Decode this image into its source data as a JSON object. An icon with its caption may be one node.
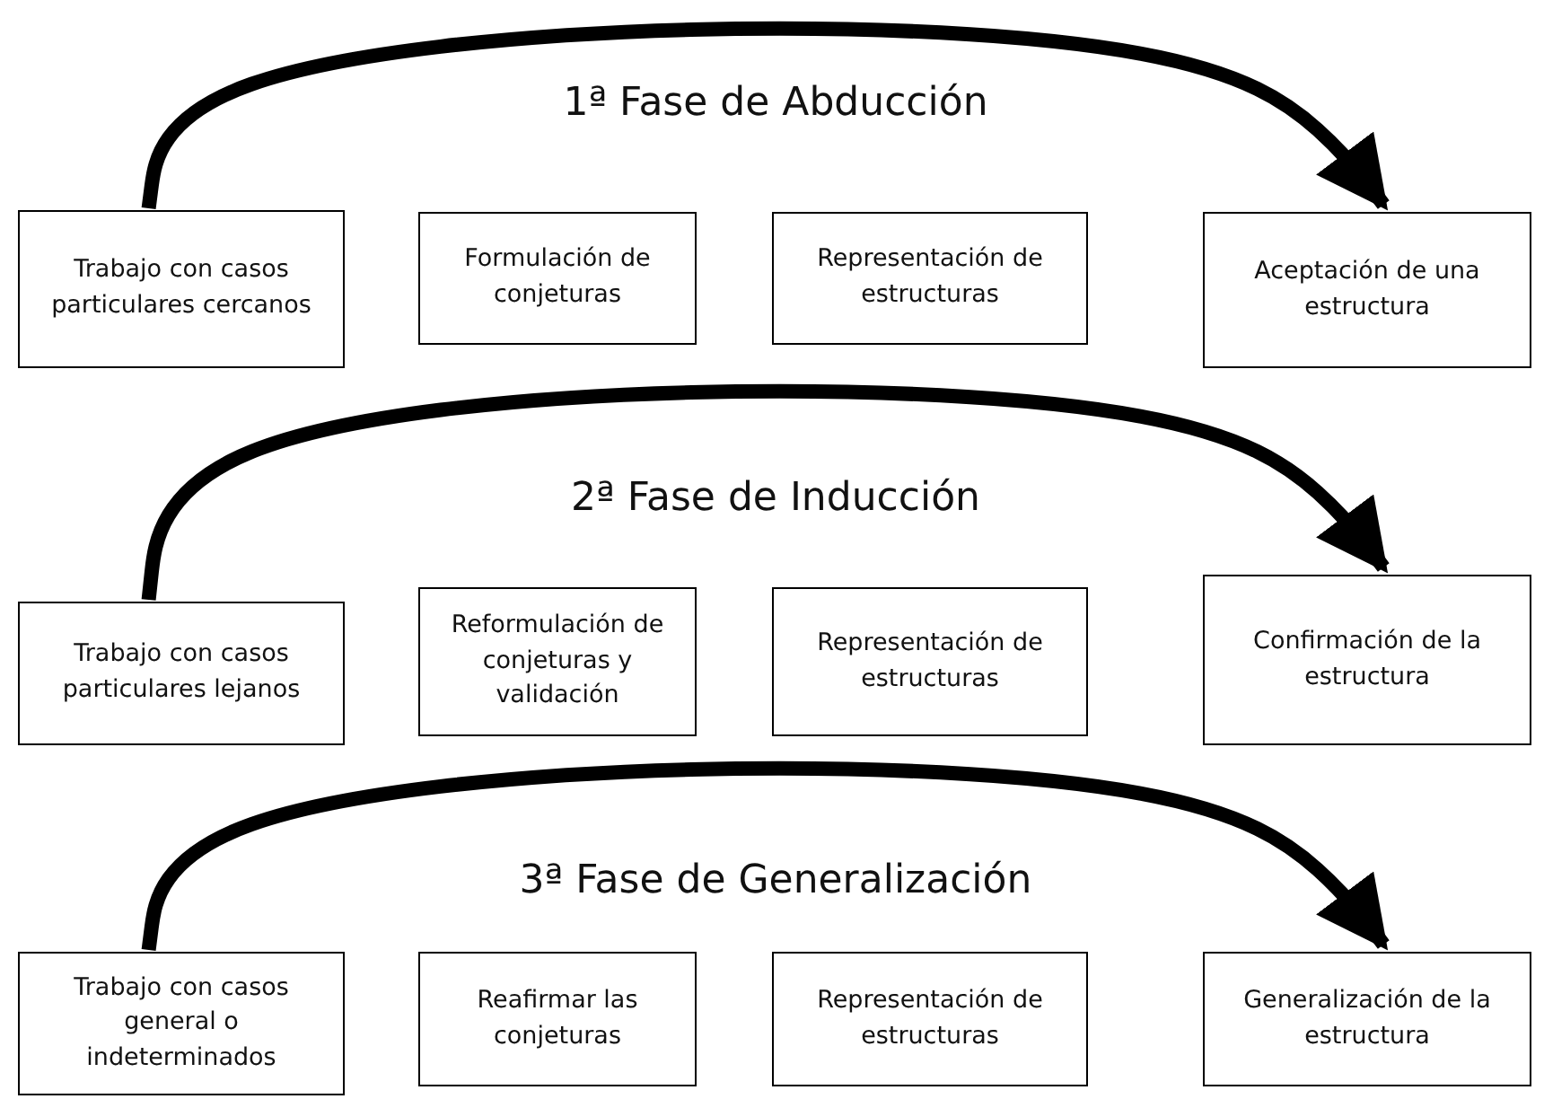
{
  "diagram": {
    "nodes": [
      {
        "text": [
          "Trabajo con casos particulares cercanos"
        ]
      },
      {
        "text": [
          "Formulación de conjeturas"
        ]
      },
      {
        "text": [
          "Representación de estructuras"
        ]
      },
      {
        "text": [
          "Aceptación de una estructura"
        ]
      },
      {
        "text": [
          "Trabajo con casos particulares lejanos"
        ]
      },
      {
        "text": [
          "Reformulación de conjeturas y validación"
        ]
      },
      {
        "text": [
          "Representación de estructuras"
        ]
      },
      {
        "text": [
          "Confirmación de la estructura"
        ]
      },
      {
        "text": [
          "Trabajo con casos general o indeterminados"
        ]
      },
      {
        "text": [
          "Reafirmar las conjeturas"
        ]
      },
      {
        "text": [
          "Representación de estructuras"
        ]
      },
      {
        "text": [
          "Generalización de la estructura"
        ]
      }
    ],
    "edges": [
      {
        "from": 0,
        "to": 3,
        "arrow": "to"
      },
      {
        "from": 4,
        "to": 7,
        "arrow": "to"
      },
      {
        "from": 8,
        "to": 11,
        "arrow": "to"
      }
    ],
    "labels": [
      "1ª Fase de Abducción",
      "2ª Fase de Inducción",
      "3ª Fase de Generalización"
    ]
  }
}
